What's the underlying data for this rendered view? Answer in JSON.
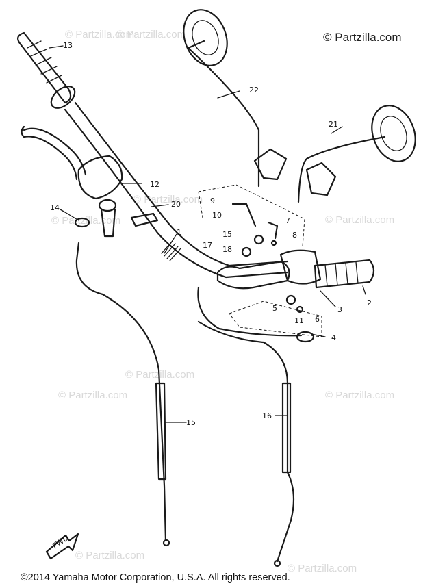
{
  "watermark_text": "© Partzilla.com",
  "top_watermark": "© Partzilla.com",
  "copyright": "©2014 Yamaha Motor Corporation, U.S.A. All rights reserved.",
  "fwd_label": "FWD",
  "callouts": {
    "c1": "1",
    "c2": "2",
    "c3": "3",
    "c4": "4",
    "c5": "5",
    "c6": "6",
    "c7": "7",
    "c8": "8",
    "c9": "9",
    "c10": "10",
    "c11": "11",
    "c12": "12",
    "c13": "13",
    "c14": "14",
    "c15a": "15",
    "c15b": "15",
    "c16": "16",
    "c17": "17",
    "c18": "18",
    "c20": "20",
    "c21": "21",
    "c22": "22"
  }
}
